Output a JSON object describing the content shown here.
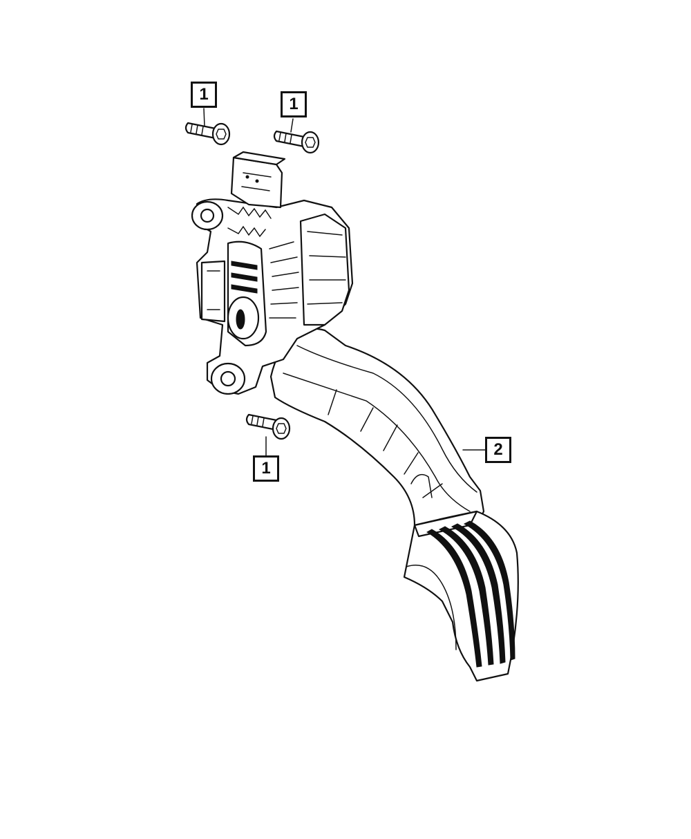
{
  "diagram": {
    "callouts": [
      {
        "label": "1"
      },
      {
        "label": "1"
      },
      {
        "label": "1"
      },
      {
        "label": "2"
      }
    ],
    "parts": {
      "bolt": "1",
      "pedal_assembly": "2"
    }
  }
}
